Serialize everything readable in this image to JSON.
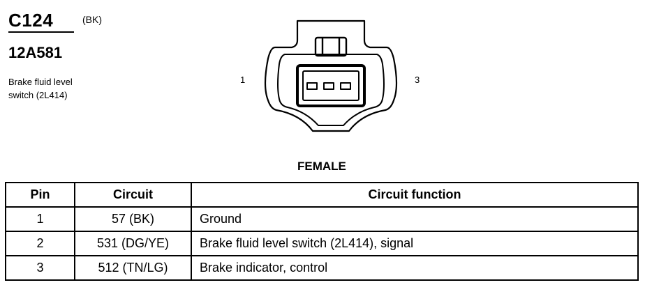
{
  "connector": {
    "id": "C124",
    "color": "(BK)",
    "part_number": "12A581",
    "description_line1": "Brake fluid level",
    "description_line2": "switch (2L414)"
  },
  "diagram": {
    "pin_left_label": "1",
    "pin_right_label": "3",
    "view": "FEMALE"
  },
  "table": {
    "headers": [
      "Pin",
      "Circuit",
      "Circuit function"
    ],
    "rows": [
      {
        "pin": "1",
        "circuit": "57 (BK)",
        "function": "Ground"
      },
      {
        "pin": "2",
        "circuit": "531 (DG/YE)",
        "function": "Brake fluid level switch (2L414), signal"
      },
      {
        "pin": "3",
        "circuit": "512 (TN/LG)",
        "function": "Brake indicator, control"
      }
    ]
  }
}
